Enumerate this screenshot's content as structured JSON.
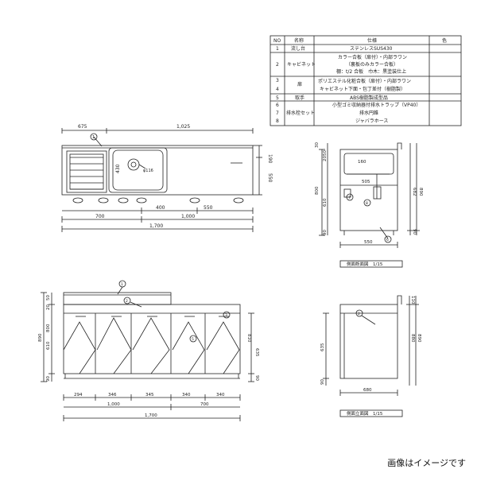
{
  "spec_table": {
    "headers": [
      "NO",
      "名称",
      "仕様",
      "色"
    ],
    "rows": [
      {
        "no": "1",
        "name": "流し台",
        "spec": [
          "ステンレスSUS430"
        ]
      },
      {
        "no": "2",
        "name": "キャビネット",
        "spec": [
          "カラー合板（扉付）・内部ラワン",
          "（裏板のみカラー合板）",
          "棚：t/2 合板　巾木：黒塗装仕上"
        ]
      },
      {
        "no": "3",
        "name": "",
        "spec": []
      },
      {
        "no": "4",
        "name": "扉",
        "spec": [
          "ポリエステル化粧合板（扉付）・内部ラワン",
          "キャビネット下面・包丁差付（樹脂製）"
        ]
      },
      {
        "no": "5",
        "name": "取手",
        "spec": [
          "ABS樹脂製成型品"
        ]
      },
      {
        "no": "6",
        "name": "",
        "spec": [
          "小型ゴミ収納器付排水トラップ（VP40）"
        ]
      },
      {
        "no": "7",
        "name": "排水栓セット",
        "spec": [
          "排水円錐"
        ]
      },
      {
        "no": "8",
        "name": "",
        "spec": [
          "ジャバラホース"
        ]
      }
    ]
  },
  "plan_view": {
    "dims_top": [
      "675",
      "1,025"
    ],
    "dims_right": [
      "190",
      "550"
    ],
    "dims_bottom_row1": [
      "400",
      "550"
    ],
    "dims_bottom_row2": [
      "700",
      "1,000"
    ],
    "dims_total": "1,700",
    "sink_dims": [
      "430",
      "φ116"
    ],
    "callout": "1"
  },
  "side_section": {
    "title": "側面断面図　1/15",
    "dims_left": [
      "30",
      "50",
      "20",
      "800",
      "610",
      "90"
    ],
    "dims_inner": [
      "160",
      "505"
    ],
    "dims_right": [
      "682",
      "890",
      "90"
    ],
    "dims_bottom": "550",
    "callouts": [
      "7",
      "8",
      "6"
    ]
  },
  "front_elevation": {
    "dims_left": [
      "50",
      "20",
      "800",
      "610",
      "90",
      "890"
    ],
    "dims_right": [
      "810",
      "635",
      "90"
    ],
    "dims_bottom_row1": [
      "294",
      "346",
      "345",
      "340",
      "340"
    ],
    "dims_bottom_row2": [
      "1,000",
      "700"
    ],
    "dims_total": "1,700",
    "callouts": [
      "1",
      "2",
      "5",
      "3"
    ]
  },
  "side_elevation": {
    "title": "側面立面図　1/15",
    "dims_left": [
      "635",
      "90"
    ],
    "dims_right": [
      "110",
      "880",
      "890"
    ],
    "dims_bottom": "680",
    "callout": "2"
  },
  "caption": "画像はイメージです"
}
